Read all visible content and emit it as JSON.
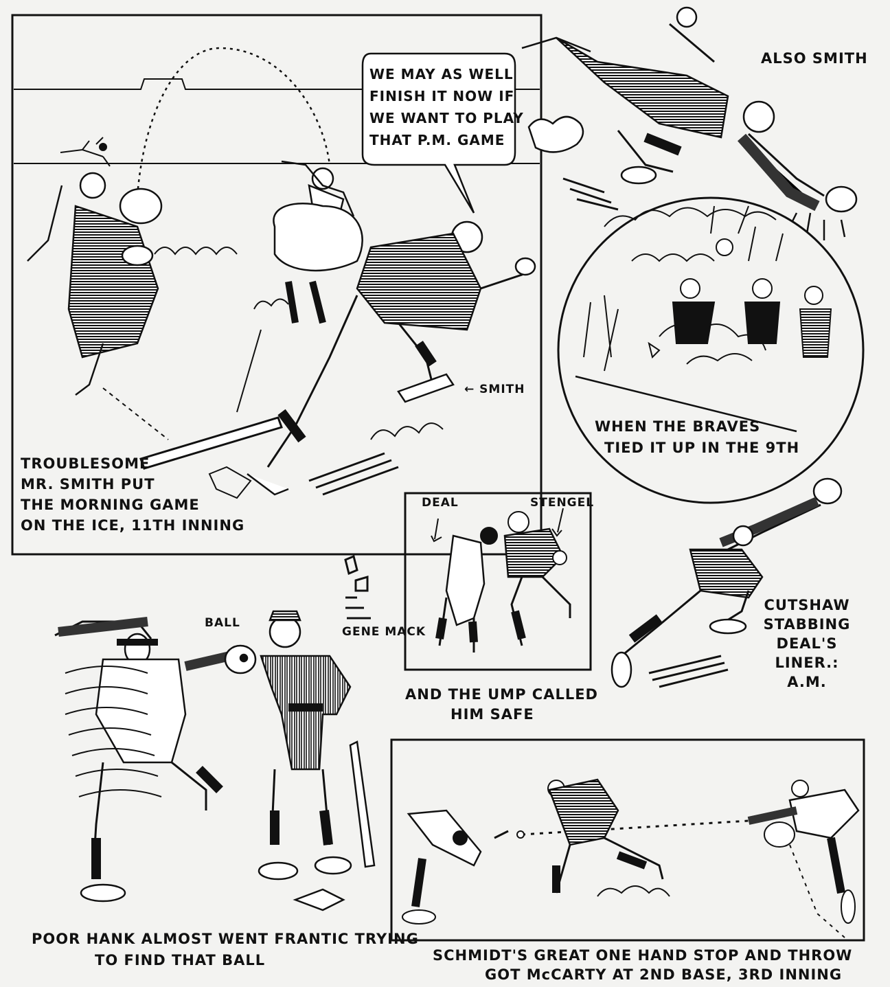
{
  "panels": {
    "morning_game": {
      "speech_bubble": [
        "WE MAY AS WELL",
        "FINISH IT NOW IF",
        "WE WANT TO PLAY",
        "THAT P.M. GAME"
      ],
      "smith_label": "← SMITH",
      "caption": [
        "TROUBLESOME",
        "MR. SMITH PUT",
        "THE MORNING GAME",
        "ON THE ICE, 11TH INNING"
      ]
    },
    "also_smith": {
      "caption": "ALSO SMITH"
    },
    "braves_circle": {
      "caption": [
        "WHEN THE BRAVES",
        "TIED IT UP IN THE 9TH"
      ]
    },
    "deal_stengel": {
      "label_deal": "DEAL",
      "label_stengel": "STENGEL",
      "caption": [
        "AND THE UMP CALLED",
        "HIM SAFE"
      ]
    },
    "artist_signature": "GENE MACK",
    "cutshaw": {
      "caption": [
        "CUTSHAW",
        "STABBING",
        "DEAL'S",
        "LINER.:",
        "A.M."
      ]
    },
    "hank": {
      "ball_label": "BALL",
      "caption": [
        "POOR HANK ALMOST WENT FRANTIC TRYING",
        "TO FIND THAT BALL"
      ]
    },
    "schmidt": {
      "caption": [
        "SCHMIDT'S GREAT ONE HAND STOP AND THROW",
        "GOT McCARTY AT 2ND BASE, 3RD INNING"
      ]
    }
  }
}
